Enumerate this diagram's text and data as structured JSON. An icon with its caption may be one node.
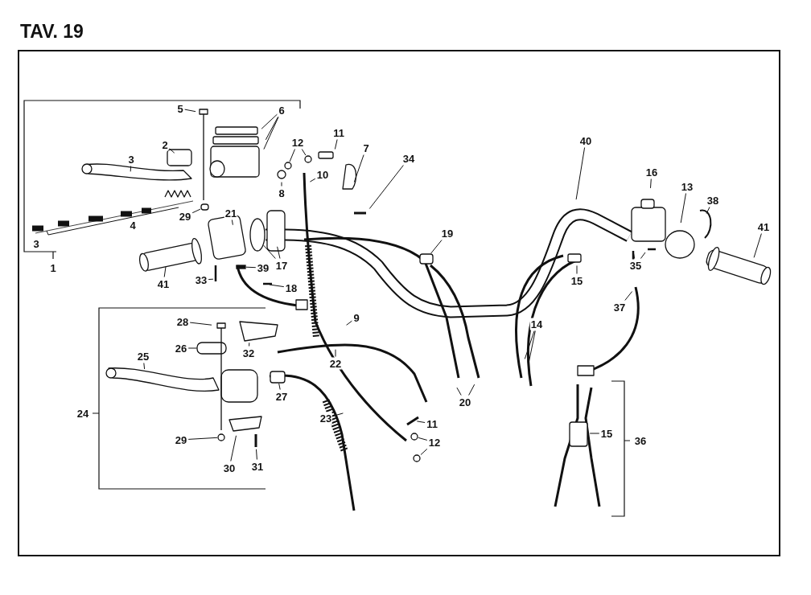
{
  "diagram": {
    "title": "TAV. 19",
    "nodes": [
      {
        "text": [
          "5"
        ]
      },
      {
        "text": [
          "6"
        ]
      },
      {
        "text": [
          "2"
        ]
      },
      {
        "text": [
          "3"
        ]
      },
      {
        "text": [
          "12"
        ]
      },
      {
        "text": [
          "11"
        ]
      },
      {
        "text": [
          "7"
        ]
      },
      {
        "text": [
          "34"
        ]
      },
      {
        "text": [
          "40"
        ]
      },
      {
        "text": [
          "16"
        ]
      },
      {
        "text": [
          "10"
        ]
      },
      {
        "text": [
          "13"
        ]
      },
      {
        "text": [
          "8"
        ]
      },
      {
        "text": [
          "38"
        ]
      },
      {
        "text": [
          "29"
        ]
      },
      {
        "text": [
          "21"
        ]
      },
      {
        "text": [
          "41"
        ]
      },
      {
        "text": [
          "19"
        ]
      },
      {
        "text": [
          "17"
        ]
      },
      {
        "text": [
          "39"
        ]
      },
      {
        "text": [
          "35"
        ]
      },
      {
        "text": [
          "33"
        ]
      },
      {
        "text": [
          "15"
        ]
      },
      {
        "text": [
          "41"
        ]
      },
      {
        "text": [
          "18"
        ]
      },
      {
        "text": [
          "37"
        ]
      },
      {
        "text": [
          "9"
        ]
      },
      {
        "text": [
          "28"
        ]
      },
      {
        "text": [
          "14"
        ]
      },
      {
        "text": [
          "26"
        ]
      },
      {
        "text": [
          "32"
        ]
      },
      {
        "text": [
          "25"
        ]
      },
      {
        "text": [
          "22"
        ]
      },
      {
        "text": [
          "27"
        ]
      },
      {
        "text": [
          "20"
        ]
      },
      {
        "text": [
          "23"
        ]
      },
      {
        "text": [
          "11"
        ]
      },
      {
        "text": [
          "15"
        ]
      },
      {
        "text": [
          "12"
        ]
      },
      {
        "text": [
          "29"
        ]
      },
      {
        "text": [
          "30"
        ]
      },
      {
        "text": [
          "31"
        ]
      },
      {
        "text": [],
        "shape": "circle"
      },
      {
        "text": [],
        "shape": "circle"
      },
      {
        "text": [],
        "shape": "box"
      },
      {
        "text": [],
        "shape": "box"
      },
      {
        "text": [],
        "shape": "bar"
      },
      {
        "text": [],
        "shape": "box"
      },
      {
        "text": [],
        "shape": "circle"
      },
      {
        "text": [],
        "shape": "circle"
      },
      {
        "text": [],
        "shape": "circle"
      }
    ],
    "edges": [
      {
        "from": 0,
        "to": null,
        "arrow": "none"
      },
      {
        "from": 1,
        "to": null,
        "arrow": "none"
      },
      {
        "from": 1,
        "to": null,
        "arrow": "none"
      },
      {
        "from": 1,
        "to": null,
        "arrow": "none"
      },
      {
        "from": 2,
        "to": null,
        "arrow": "none"
      },
      {
        "from": 3,
        "to": null,
        "arrow": "none"
      },
      {
        "from": 4,
        "to": 42,
        "arrow": "none"
      },
      {
        "from": 4,
        "to": 43,
        "arrow": "none"
      },
      {
        "from": 5,
        "to": null,
        "arrow": "none"
      },
      {
        "from": 6,
        "to": null,
        "arrow": "none"
      },
      {
        "from": 7,
        "to": null,
        "arrow": "none"
      },
      {
        "from": 8,
        "to": null,
        "arrow": "none"
      },
      {
        "from": 9,
        "to": null,
        "arrow": "none"
      },
      {
        "from": 10,
        "to": null,
        "arrow": "none"
      },
      {
        "from": 11,
        "to": null,
        "arrow": "none"
      },
      {
        "from": 12,
        "to": null,
        "arrow": "none"
      },
      {
        "from": 13,
        "to": null,
        "arrow": "none"
      },
      {
        "from": 14,
        "to": 44,
        "arrow": "none"
      },
      {
        "from": 15,
        "to": null,
        "arrow": "none"
      },
      {
        "from": 16,
        "to": null,
        "arrow": "none"
      },
      {
        "from": 17,
        "to": 45,
        "arrow": "none"
      },
      {
        "from": 18,
        "to": null,
        "arrow": "none"
      },
      {
        "from": 18,
        "to": null,
        "arrow": "none"
      },
      {
        "from": 19,
        "to": 46,
        "arrow": "none"
      },
      {
        "from": 20,
        "to": null,
        "arrow": "none"
      },
      {
        "from": 20,
        "to": null,
        "arrow": "none"
      },
      {
        "from": 21,
        "to": null,
        "arrow": "none"
      },
      {
        "from": 22,
        "to": null,
        "arrow": "none"
      },
      {
        "from": 23,
        "to": null,
        "arrow": "none"
      },
      {
        "from": 24,
        "to": null,
        "arrow": "none"
      },
      {
        "from": 25,
        "to": null,
        "arrow": "none"
      },
      {
        "from": 26,
        "to": null,
        "arrow": "none"
      },
      {
        "from": 27,
        "to": null,
        "arrow": "none"
      },
      {
        "from": 28,
        "to": null,
        "arrow": "none"
      },
      {
        "from": 28,
        "to": null,
        "arrow": "none"
      },
      {
        "from": 29,
        "to": null,
        "arrow": "none"
      },
      {
        "from": 30,
        "to": null,
        "arrow": "none"
      },
      {
        "from": 31,
        "to": null,
        "arrow": "none"
      },
      {
        "from": 32,
        "to": null,
        "arrow": "none"
      },
      {
        "from": 33,
        "to": 47,
        "arrow": "none"
      },
      {
        "from": 34,
        "to": null,
        "arrow": "none"
      },
      {
        "from": 34,
        "to": null,
        "arrow": "none"
      },
      {
        "from": 35,
        "to": null,
        "arrow": "none"
      },
      {
        "from": 36,
        "to": null,
        "arrow": "none"
      },
      {
        "from": 37,
        "to": null,
        "arrow": "none"
      },
      {
        "from": 38,
        "to": 48,
        "arrow": "none"
      },
      {
        "from": 38,
        "to": 49,
        "arrow": "none"
      },
      {
        "from": 39,
        "to": 50,
        "arrow": "none"
      },
      {
        "from": 40,
        "to": null,
        "arrow": "none"
      },
      {
        "from": 41,
        "to": null,
        "arrow": "none"
      }
    ],
    "labels": [
      "4",
      "3",
      "1",
      "24",
      "36"
    ]
  }
}
